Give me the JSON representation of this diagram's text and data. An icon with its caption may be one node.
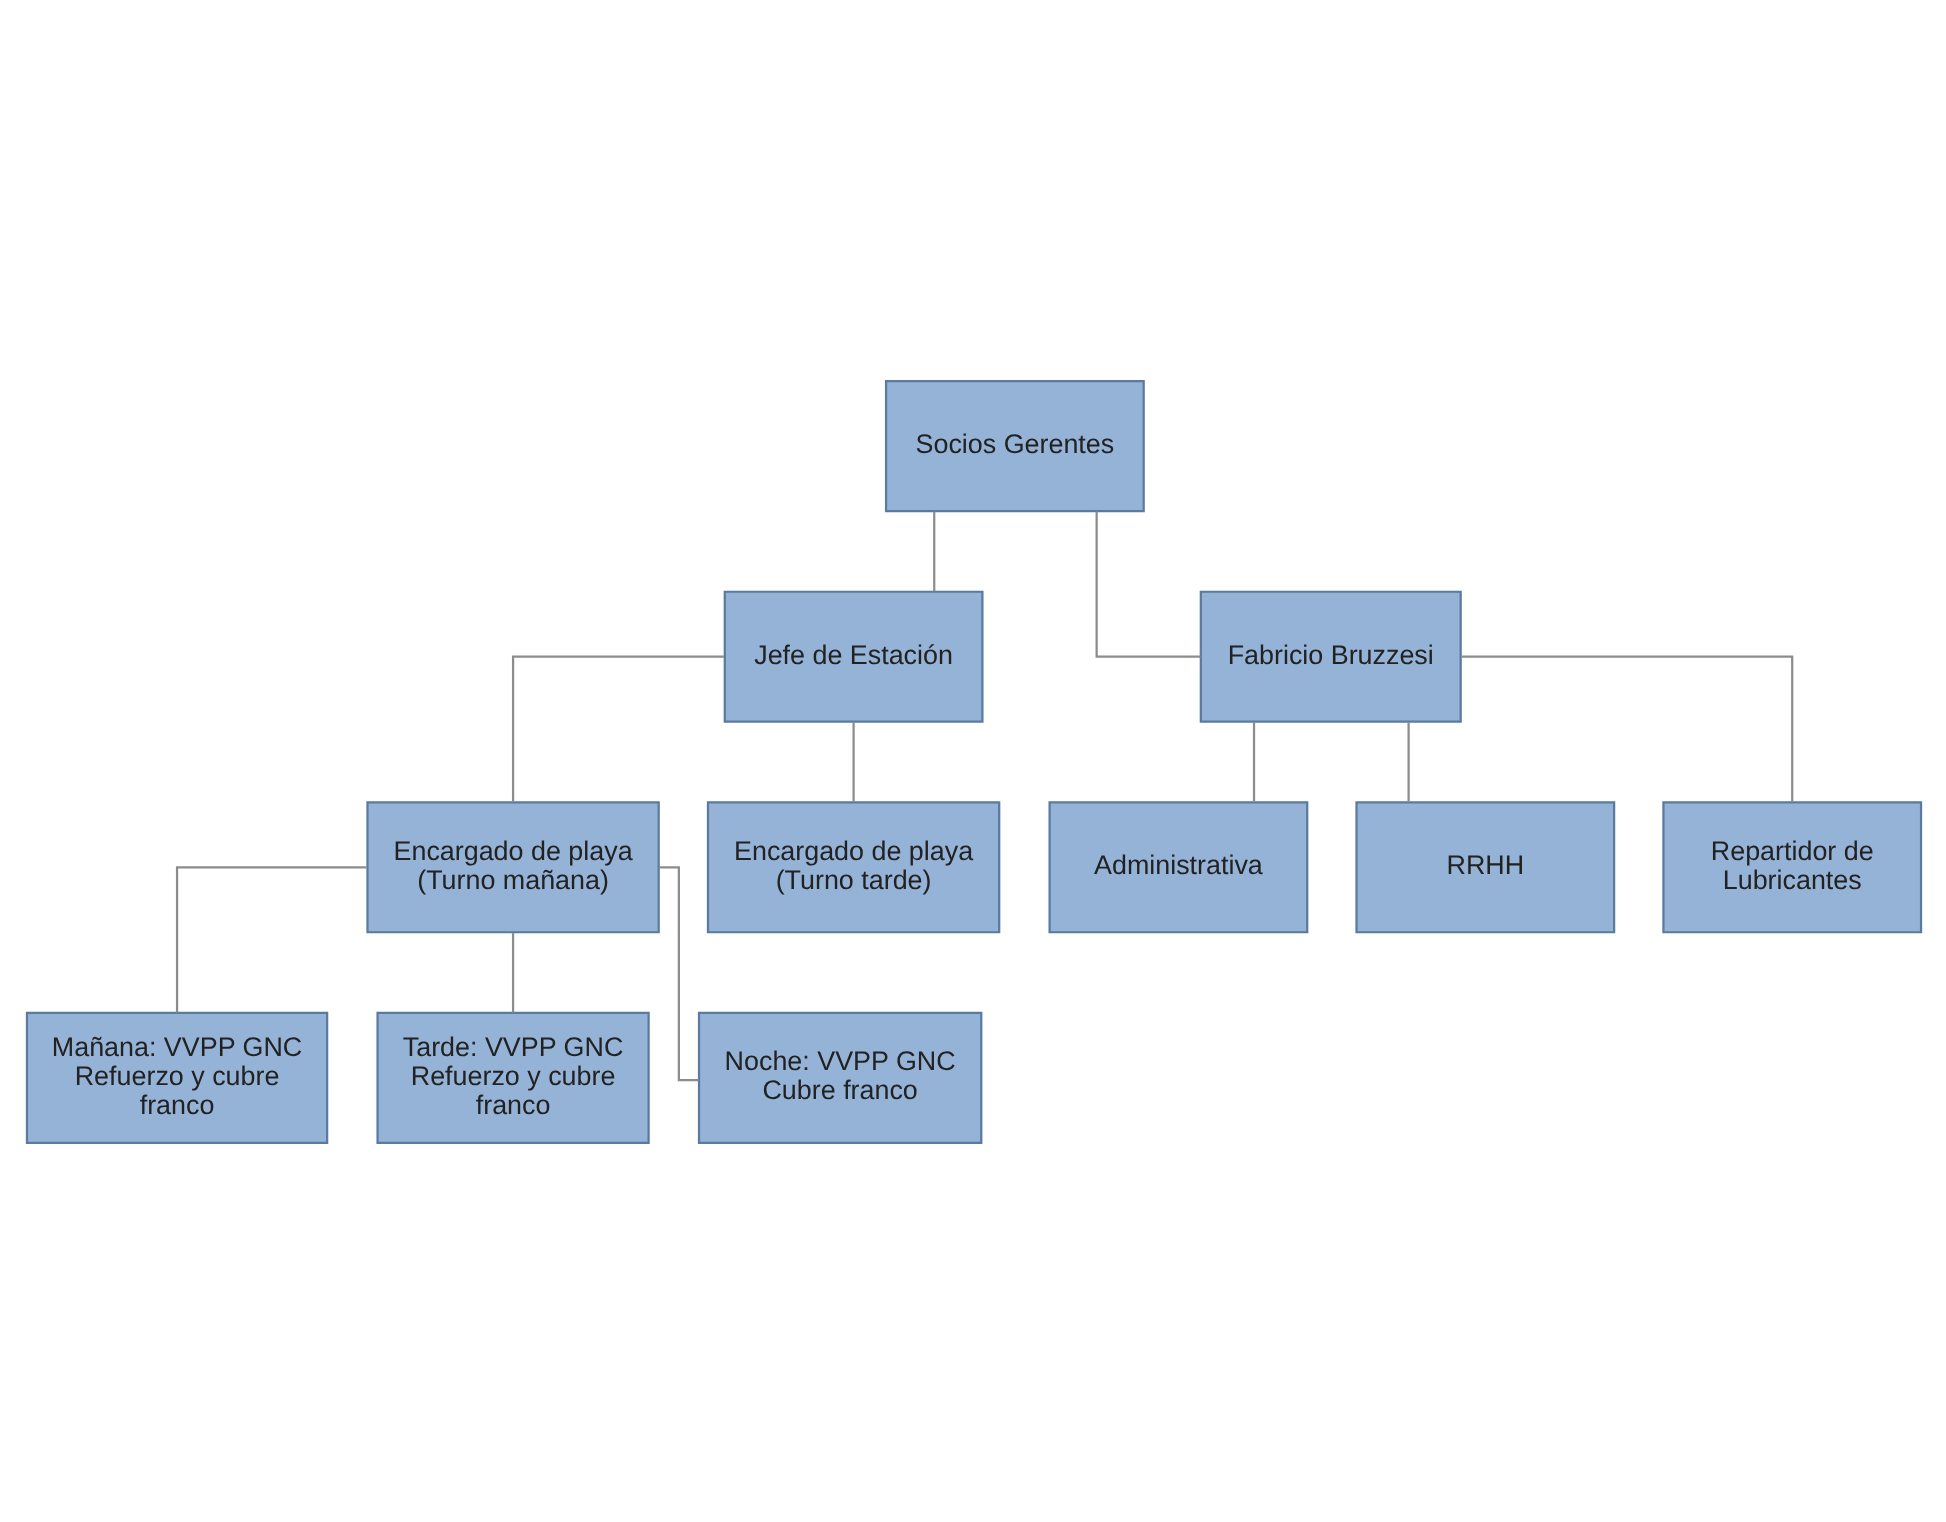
{
  "diagram": {
    "nodes": [
      {
        "text": [
          "Socios Gerentes"
        ]
      },
      {
        "text": [
          "Jefe de Estación"
        ]
      },
      {
        "text": [
          "Fabricio Bruzzesi"
        ]
      },
      {
        "text": [
          "Encargado de playa (Turno mañana)"
        ]
      },
      {
        "text": [
          "Encargado de playa (Turno tarde)"
        ]
      },
      {
        "text": [
          "Administrativa"
        ]
      },
      {
        "text": [
          "RRHH"
        ]
      },
      {
        "text": [
          "Repartidor de Lubricantes"
        ]
      },
      {
        "text": [
          "Mañana: VVPP GNC Refuerzo y cubre franco"
        ]
      },
      {
        "text": [
          "Tarde: VVPP GNC Refuerzo y cubre franco"
        ]
      },
      {
        "text": [
          "Noche: VVPP GNC Cubre franco"
        ]
      }
    ],
    "edges": [
      {
        "from": 0,
        "to": 1,
        "arrow": "none"
      },
      {
        "from": 0,
        "to": 2,
        "arrow": "none"
      },
      {
        "from": 1,
        "to": 3,
        "arrow": "none"
      },
      {
        "from": 1,
        "to": 4,
        "arrow": "none"
      },
      {
        "from": 2,
        "to": 5,
        "arrow": "none"
      },
      {
        "from": 2,
        "to": 6,
        "arrow": "none"
      },
      {
        "from": 2,
        "to": 7,
        "arrow": "none"
      },
      {
        "from": 3,
        "to": 8,
        "arrow": "none"
      },
      {
        "from": 3,
        "to": 9,
        "arrow": "none"
      },
      {
        "from": 3,
        "to": 10,
        "arrow": "none"
      }
    ]
  }
}
